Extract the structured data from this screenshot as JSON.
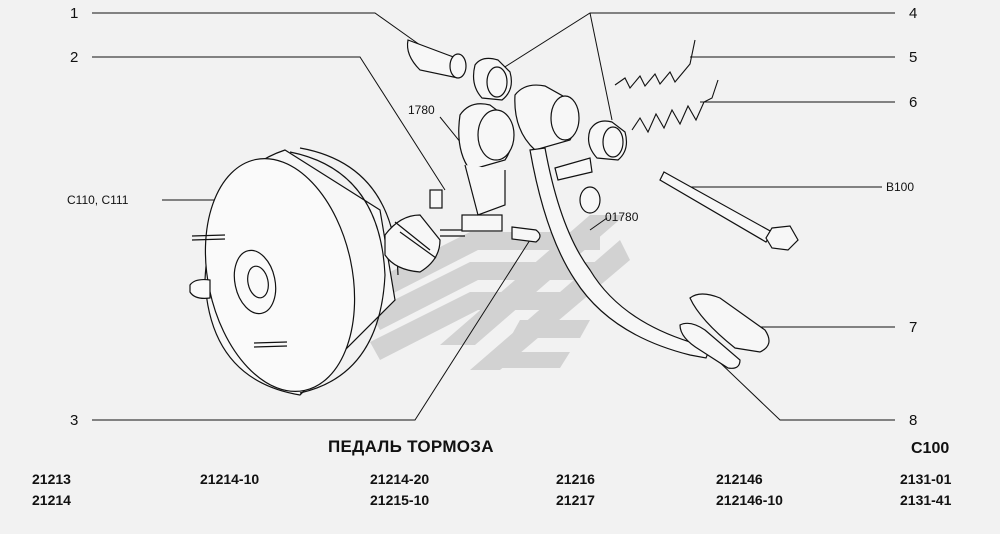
{
  "title": "ПЕДАЛЬ ТОРМОЗА",
  "section_code": "C100",
  "callouts": [
    "1",
    "2",
    "3",
    "4",
    "5",
    "6",
    "7",
    "8"
  ],
  "references": {
    "r1780": "1780",
    "r01780": "01780",
    "c110": "C110, C111",
    "b100": "B100"
  },
  "models": [
    [
      "21213",
      "21214"
    ],
    [
      "21214-10"
    ],
    [
      "21214-20",
      "21215-10"
    ],
    [
      "21216",
      "21217"
    ],
    [
      "212146",
      "212146-10"
    ],
    [
      "2131-01",
      "2131-41"
    ]
  ],
  "colors": {
    "line": "#111111",
    "background": "#f2f2f2",
    "watermark": "#cfcfcf"
  }
}
